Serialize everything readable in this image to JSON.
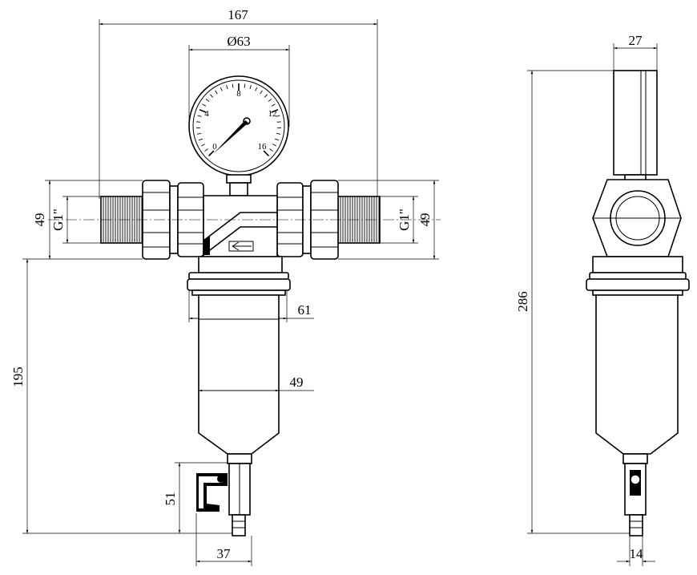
{
  "dimensions": {
    "total_width": "167",
    "gauge_diameter": "Ø63",
    "side_width": "27",
    "inlet_height_left": "49",
    "inlet_height_right": "49",
    "thread_left": "G1\"",
    "thread_right": "G1\"",
    "bowl_width_top": "61",
    "bowl_width_mid": "49",
    "height_to_inlet": "195",
    "drain_height": "51",
    "drain_offset": "37",
    "total_height": "286",
    "drain_width": "14"
  },
  "gauge": {
    "scale_labels": [
      "0",
      "4",
      "8",
      "12",
      "16"
    ]
  }
}
